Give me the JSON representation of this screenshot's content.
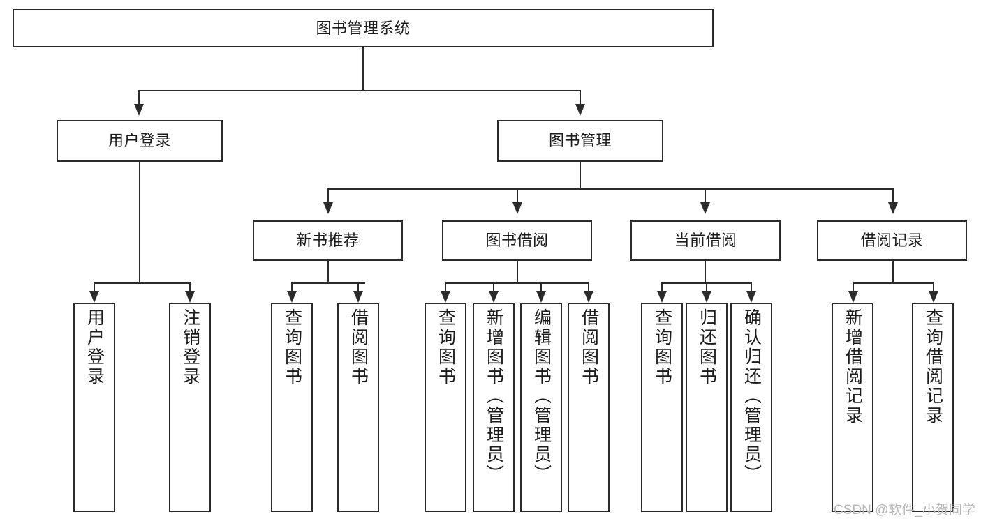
{
  "diagram": {
    "title": "图书管理系统",
    "type": "tree",
    "watermark": "CSDN @软件_小贺同学",
    "colors": {
      "box_border": "#2b2b2b",
      "box_fill": "#ffffff",
      "connector": "#2b2b2b",
      "text": "#1b1b1b",
      "watermark": "#b9b9b9",
      "background": "#ffffff"
    }
  },
  "nodes": {
    "root": {
      "label": "图书管理系统"
    },
    "level2": [
      {
        "label": "用户登录"
      },
      {
        "label": "图书管理"
      }
    ],
    "level3": [
      {
        "label": "新书推荐"
      },
      {
        "label": "图书借阅"
      },
      {
        "label": "当前借阅"
      },
      {
        "label": "借阅记录"
      }
    ],
    "leaves_user_login": [
      {
        "label": "用户登录"
      },
      {
        "label": "注销登录"
      }
    ],
    "leaves_new_books": [
      {
        "label": "查询图书"
      },
      {
        "label": "借阅图书"
      }
    ],
    "leaves_borrow": [
      {
        "label": "查询图书"
      },
      {
        "label": "新增图书（管理员）"
      },
      {
        "label": "编辑图书（管理员）"
      },
      {
        "label": "借阅图书"
      }
    ],
    "leaves_current": [
      {
        "label": "查询图书"
      },
      {
        "label": "归还图书"
      },
      {
        "label": "确认归还（管理员）"
      }
    ],
    "leaves_records": [
      {
        "label": "新增借阅记录"
      },
      {
        "label": "查询借阅记录"
      }
    ]
  }
}
